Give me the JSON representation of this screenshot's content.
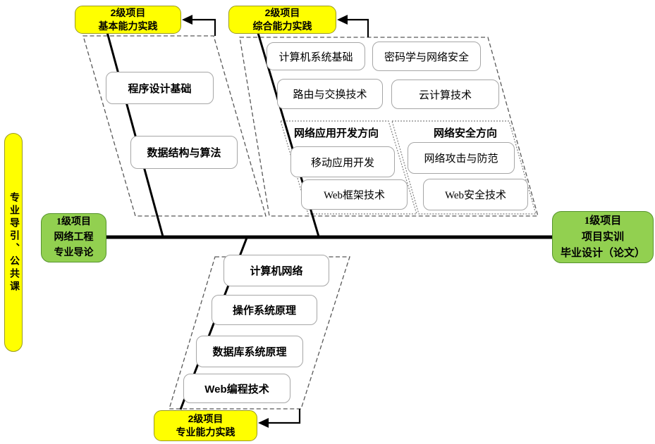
{
  "rail": {
    "text": "专业导引、公共课"
  },
  "projects": {
    "level1_left": "1级项目\n网络工程\n专业导论",
    "level1_right": "1级项目\n项目实训\n毕业设计（论文）",
    "level2_basic": "2级项目\n基本能力实践",
    "level2_comprehensive": "2级项目\n综合能力实践",
    "level2_professional": "2级项目\n专业能力实践"
  },
  "groups": {
    "basic": {
      "courses": [
        "程序设计基础",
        "数据结构与算法"
      ]
    },
    "comprehensive": {
      "courses": [
        "计算机系统基础",
        "密码学与网络安全",
        "路由与交换技术",
        "云计算技术"
      ],
      "tracks": [
        {
          "title": "网络应用开发方向",
          "courses": [
            "移动应用开发",
            "Web框架技术"
          ]
        },
        {
          "title": "网络安全方向",
          "courses": [
            "网络攻击与防范",
            "Web安全技术"
          ]
        }
      ]
    },
    "professional": {
      "courses": [
        "计算机网络",
        "操作系统原理",
        "数据库系统原理",
        "Web编程技术"
      ]
    }
  },
  "colors": {
    "level2_fill": "#FFFF00",
    "level1_fill": "#92D050",
    "line": "#000000",
    "dashed_outline": "#595959",
    "course_border": "#A6A6A6"
  }
}
